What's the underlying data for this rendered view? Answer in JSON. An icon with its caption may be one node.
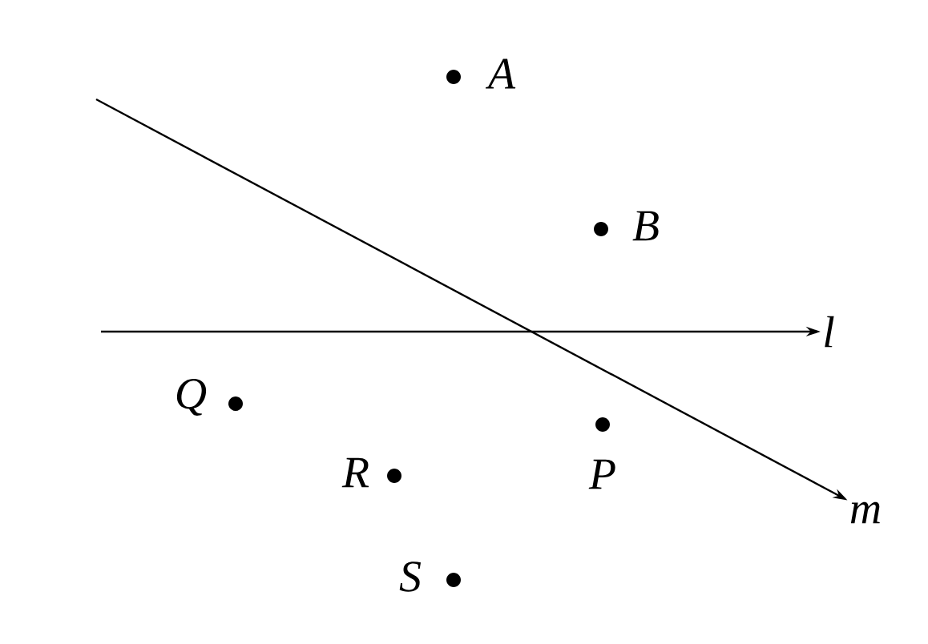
{
  "diagram": {
    "nodes": [
      {
        "text": [
          "A"
        ]
      },
      {
        "text": [
          "B"
        ]
      },
      {
        "text": [
          "Q"
        ]
      },
      {
        "text": [
          "R"
        ]
      },
      {
        "text": [
          "P"
        ]
      },
      {
        "text": [
          "S"
        ]
      },
      {
        "text": [
          "l"
        ]
      },
      {
        "text": [
          "m"
        ]
      }
    ],
    "edges": [
      {
        "from": null,
        "to": 6,
        "arrow": "to"
      },
      {
        "from": null,
        "to": 7,
        "arrow": "to"
      }
    ]
  }
}
